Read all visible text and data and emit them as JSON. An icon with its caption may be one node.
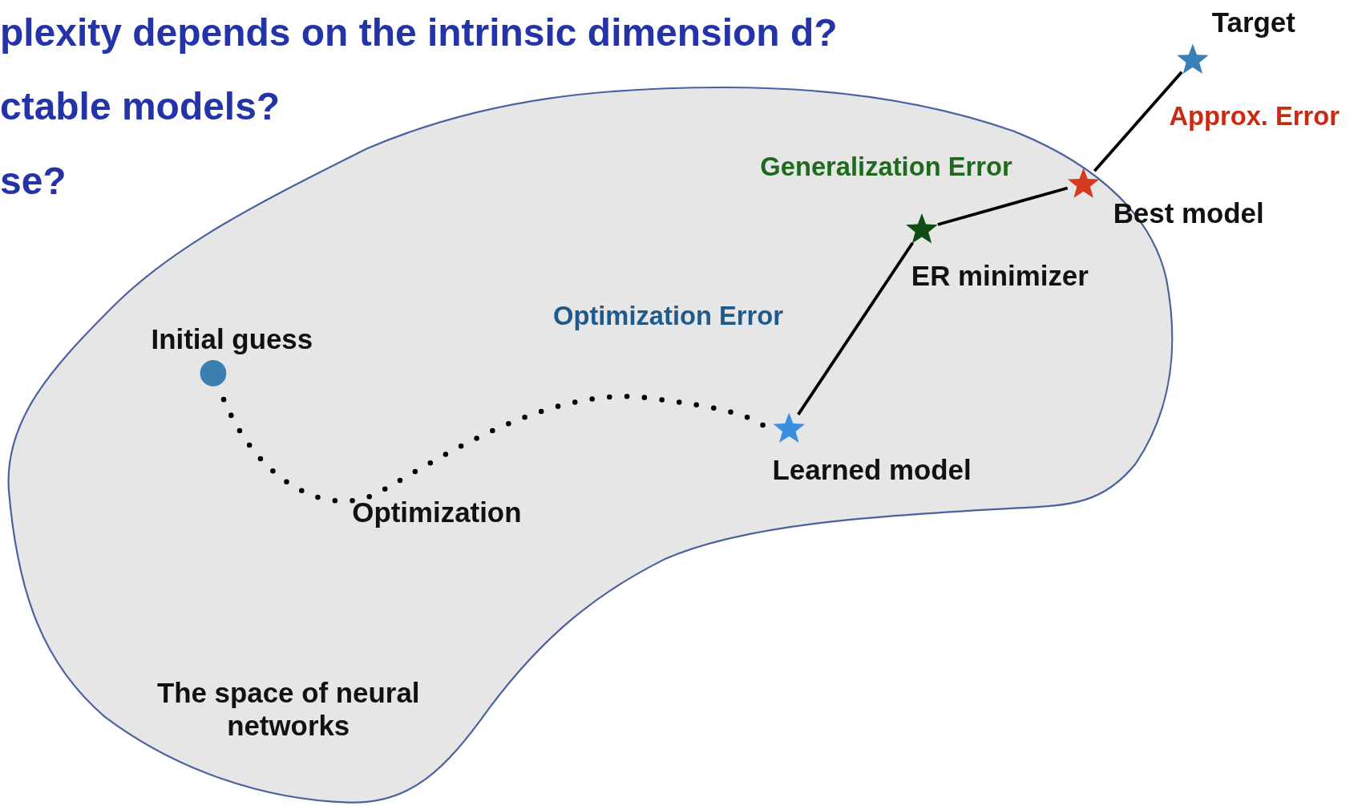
{
  "diagram": {
    "nodes": [
      {
        "text": [
          "The space of neural networks"
        ]
      },
      {
        "text": [],
        "shape": "circle",
        "beside": [
          "Initial guess"
        ],
        "in": 0
      },
      {
        "text": [],
        "shape": "star",
        "beside": [
          "Learned model"
        ],
        "in": 0
      },
      {
        "text": [],
        "shape": "star",
        "beside": [
          "ER minimizer"
        ],
        "in": 0
      },
      {
        "text": [],
        "shape": "star",
        "beside": [
          "Best model"
        ],
        "in": 0
      },
      {
        "text": [],
        "shape": "star",
        "beside": [
          "Target"
        ]
      }
    ],
    "edges": [
      {
        "from": 1,
        "to": 2,
        "arrow": "none",
        "style": "dashed",
        "label": "Optimization"
      },
      {
        "from": 2,
        "to": 3,
        "arrow": "none",
        "label": "Optimization Error"
      },
      {
        "from": 3,
        "to": 4,
        "arrow": "none",
        "label": "Generalization Error"
      },
      {
        "from": 4,
        "to": 5,
        "arrow": "none",
        "label": "Approx. Error"
      }
    ],
    "labels": [
      "plexity depends on the intrinsic dimension d?",
      "ctable models?",
      "se?"
    ]
  }
}
